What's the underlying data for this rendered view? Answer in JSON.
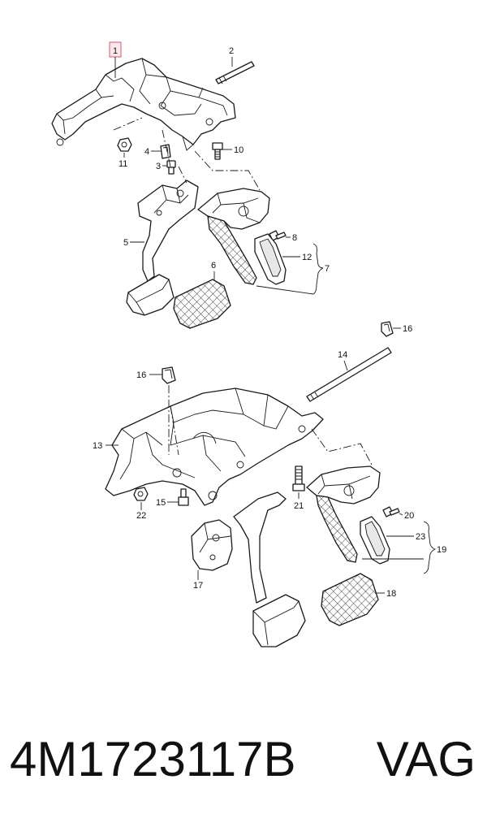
{
  "diagram": {
    "callouts": {
      "c1": "1",
      "c2": "2",
      "c3": "3",
      "c4": "4",
      "c5": "5",
      "c6": "6",
      "c7": "7",
      "c8": "8",
      "c10": "10",
      "c11": "11",
      "c12": "12",
      "c13": "13",
      "c14": "14",
      "c15": "15",
      "c16a": "16",
      "c16b": "16",
      "c17": "17",
      "c18": "18",
      "c19": "19",
      "c20": "20",
      "c21": "21",
      "c22": "22",
      "c23": "23"
    },
    "highlighted_callout": "1",
    "highlight_color": "#d9536f"
  },
  "footer": {
    "part_number": "4M1723117B",
    "brand": "VAG"
  }
}
